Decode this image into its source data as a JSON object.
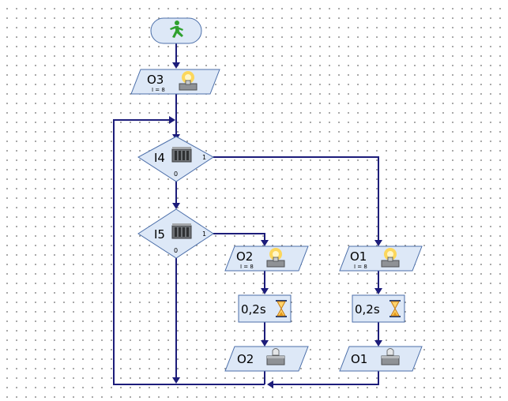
{
  "start": {
    "icon": "running-man-icon"
  },
  "blocks": {
    "o3_on": {
      "label": "O3",
      "sub": "I = 8",
      "icon": "lamp-on-icon"
    },
    "i4": {
      "label": "I4",
      "true": "1",
      "false": "0",
      "icon": "switch-icon"
    },
    "i5": {
      "label": "I5",
      "true": "1",
      "false": "0",
      "icon": "switch-icon"
    },
    "o2_on": {
      "label": "O2",
      "sub": "I = 8",
      "icon": "lamp-on-icon"
    },
    "o1_on": {
      "label": "O1",
      "sub": "I = 8",
      "icon": "lamp-on-icon"
    },
    "wait_left": {
      "label": "0,2s",
      "icon": "hourglass-icon"
    },
    "wait_right": {
      "label": "0,2s",
      "icon": "hourglass-icon"
    },
    "o2_off": {
      "label": "O2",
      "icon": "lamp-off-icon"
    },
    "o1_off": {
      "label": "O1",
      "icon": "lamp-off-icon"
    }
  },
  "colors": {
    "block_fill": "#dde8f7",
    "block_stroke": "#4b6ea9",
    "flow_line": "#1c1c7a",
    "start_figure": "#2fa12f"
  }
}
